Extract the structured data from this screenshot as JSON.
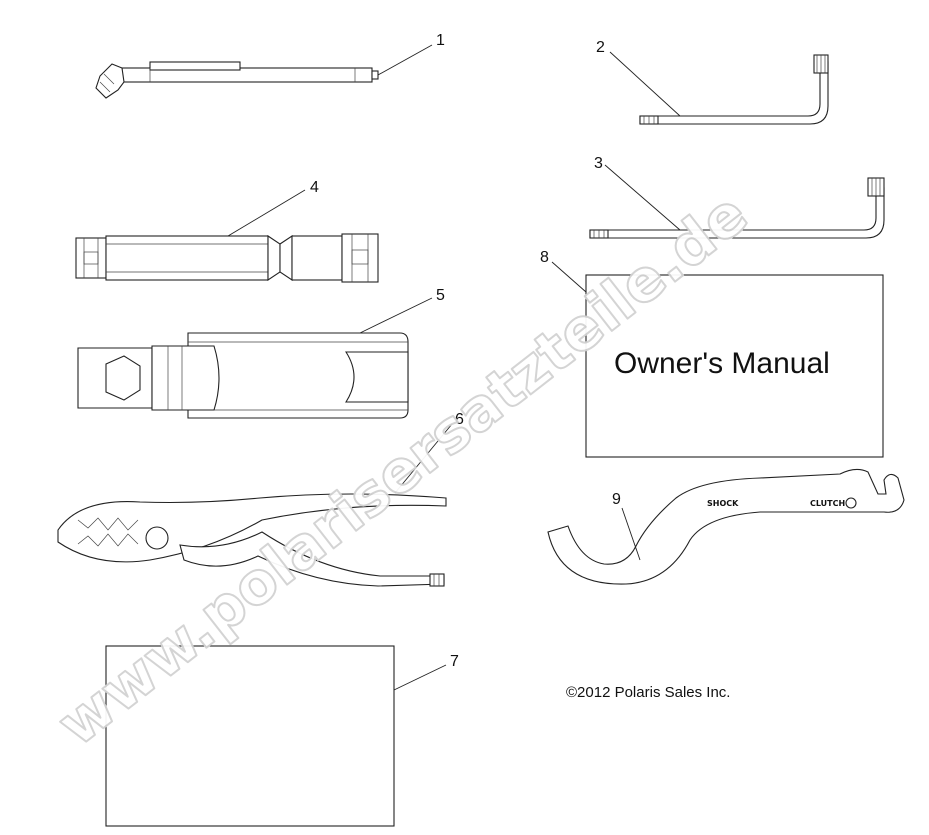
{
  "callouts": [
    "1",
    "2",
    "3",
    "4",
    "5",
    "6",
    "7",
    "8",
    "9"
  ],
  "manual": {
    "title": "Owner's Manual"
  },
  "wrench": {
    "shock_label": "SHOCK",
    "clutch_label": "CLUTCH"
  },
  "copyright": "©2012 Polaris Sales Inc.",
  "watermark": "www.polarisersatzteile.de",
  "colors": {
    "line": "#222222",
    "watermark_outline": "#d2d2d2",
    "background": "#ffffff"
  }
}
